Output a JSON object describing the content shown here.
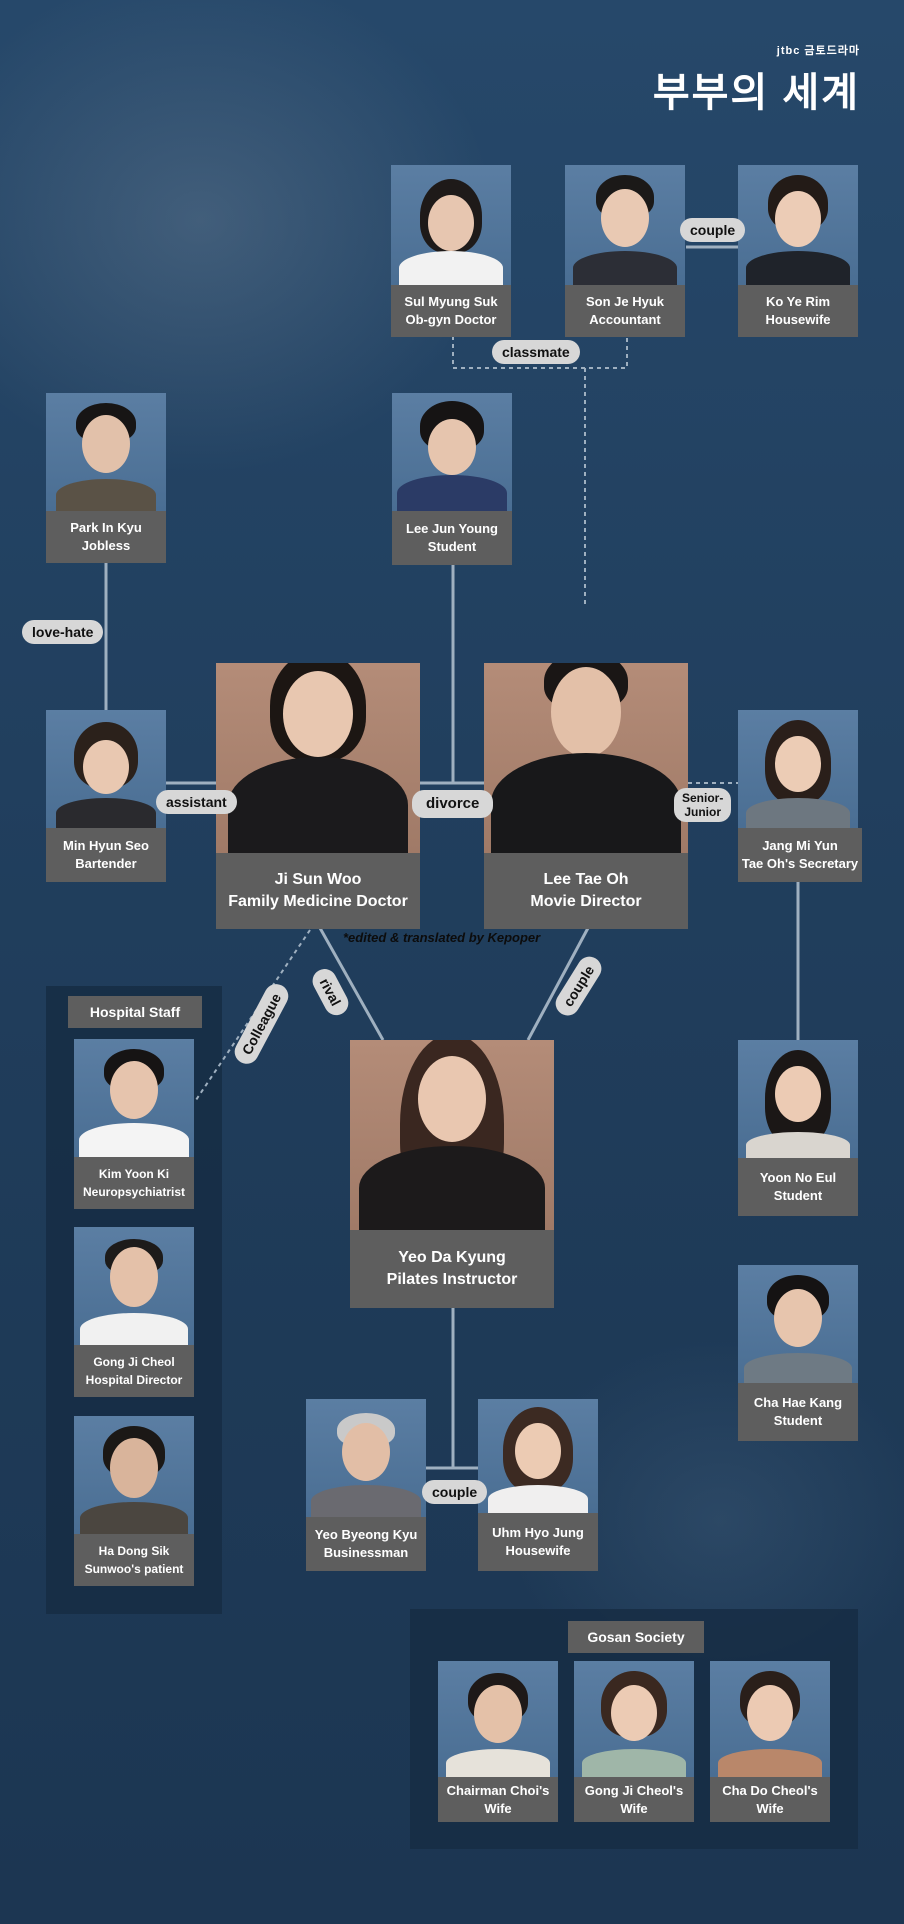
{
  "logo": {
    "sub": "jtbc 금토드라마",
    "main": "부부의 세계"
  },
  "credit": "*edited & translated by Kepoper",
  "groups": {
    "hospital": "Hospital Staff",
    "gosan": "Gosan Society"
  },
  "characters": {
    "sul_myung_suk": [
      "Sul Myung Suk",
      "Ob-gyn Doctor"
    ],
    "son_je_hyuk": [
      "Son Je Hyuk",
      "Accountant"
    ],
    "ko_ye_rim": [
      "Ko Ye Rim",
      "Housewife"
    ],
    "park_in_kyu": [
      "Park In Kyu",
      "Jobless"
    ],
    "lee_jun_young": [
      "Lee Jun Young",
      "Student"
    ],
    "min_hyun_seo": [
      "Min Hyun Seo",
      "Bartender"
    ],
    "ji_sun_woo": [
      "Ji Sun Woo",
      "Family Medicine Doctor"
    ],
    "lee_tae_oh": [
      "Lee Tae Oh",
      "Movie Director"
    ],
    "jang_mi_yun": [
      "Jang Mi Yun",
      "Tae Oh's Secretary"
    ],
    "kim_yoon_ki": [
      "Kim Yoon Ki",
      "Neuropsychiatrist"
    ],
    "gong_ji_cheol": [
      "Gong Ji Cheol",
      "Hospital Director"
    ],
    "ha_dong_sik": [
      "Ha Dong Sik",
      "Sunwoo's patient"
    ],
    "yeo_da_kyung": [
      "Yeo Da Kyung",
      "Pilates Instructor"
    ],
    "yoon_no_eul": [
      "Yoon No Eul",
      "Student"
    ],
    "cha_hae_kang": [
      "Cha Hae Kang",
      "Student"
    ],
    "yeo_byeong_kyu": [
      "Yeo Byeong Kyu",
      "Businessman"
    ],
    "uhm_hyo_jung": [
      "Uhm Hyo Jung",
      "Housewife"
    ],
    "chairman_choi_wife": [
      "Chairman Choi's",
      "Wife"
    ],
    "gong_ji_cheol_wife": [
      "Gong Ji Cheol's",
      "Wife"
    ],
    "cha_do_cheol_wife": [
      "Cha Do Cheol's",
      "Wife"
    ]
  },
  "relations": {
    "couple_top": "couple",
    "classmate": "classmate",
    "love_hate": "love-hate",
    "assistant": "assistant",
    "divorce": "divorce",
    "senior_junior": [
      "Senior-",
      "Junior"
    ],
    "colleague": "Colleague",
    "rival": "rival",
    "couple_mid": "couple",
    "couple_bottom": "couple"
  }
}
